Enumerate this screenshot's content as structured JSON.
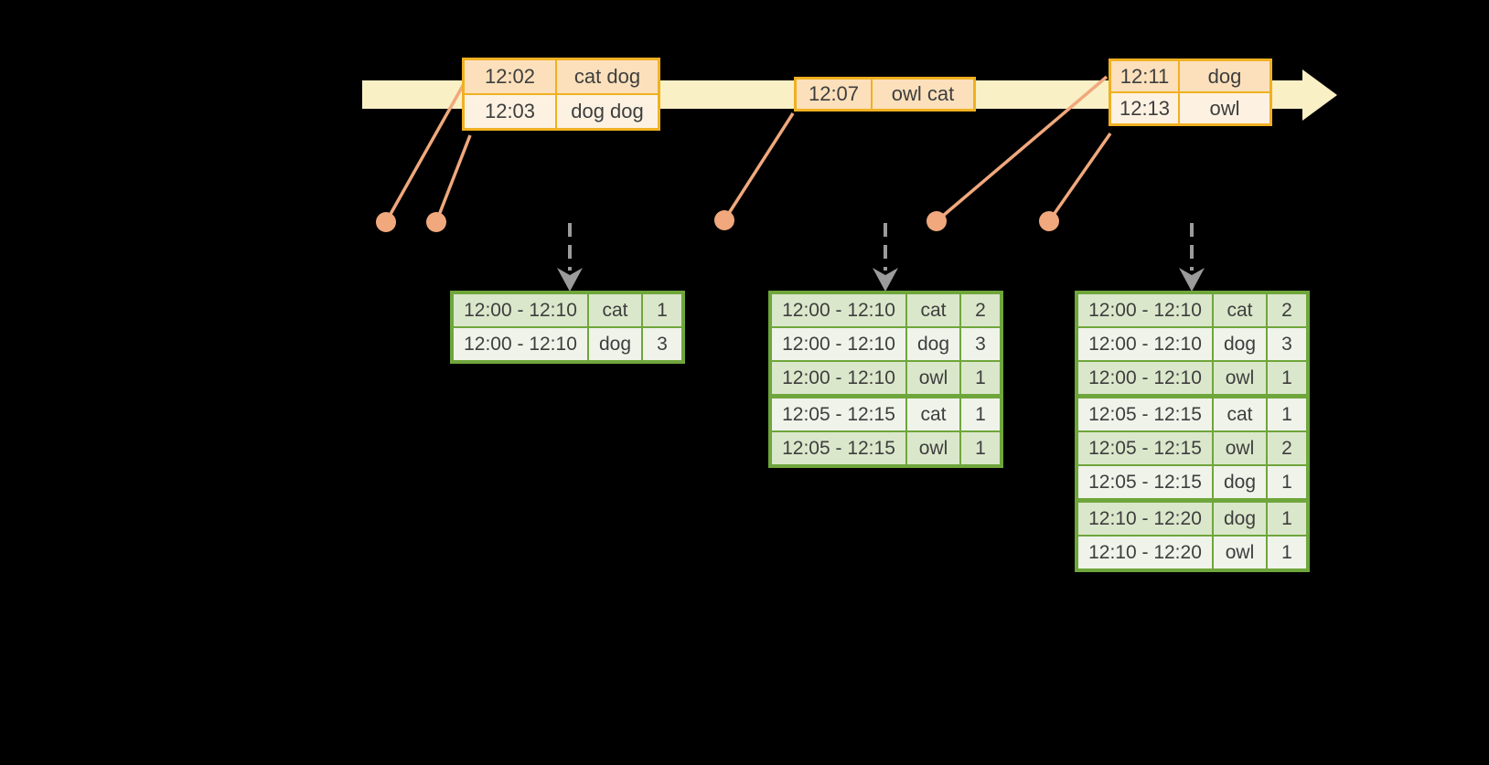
{
  "palette": {
    "background": "#000000",
    "timeline_fill": "#faf0c6",
    "event_table_border": "#f0b021",
    "event_row_dark": "#fbe0bb",
    "event_row_light": "#fdf2e2",
    "connector_salmon": "#f0a87c",
    "trigger_arrow_gray": "#9b9b9b",
    "result_table_border": "#6fa63c",
    "result_row_dark": "#dbe7cb",
    "result_row_light": "#eff3ea",
    "text": "#3e3e3e"
  },
  "timeline": {
    "direction": "left-to-right"
  },
  "event_tables": [
    {
      "rows": [
        {
          "time": "12:02",
          "words": "cat dog"
        },
        {
          "time": "12:03",
          "words": "dog dog"
        }
      ]
    },
    {
      "rows": [
        {
          "time": "12:07",
          "words": "owl cat"
        }
      ]
    },
    {
      "rows": [
        {
          "time": "12:11",
          "words": "dog"
        },
        {
          "time": "12:13",
          "words": "owl"
        }
      ]
    }
  ],
  "result_tables": [
    {
      "rows": [
        {
          "window": "12:00 - 12:10",
          "word": "cat",
          "count": "1"
        },
        {
          "window": "12:00 - 12:10",
          "word": "dog",
          "count": "3"
        }
      ]
    },
    {
      "rows": [
        {
          "window": "12:00 - 12:10",
          "word": "cat",
          "count": "2"
        },
        {
          "window": "12:00 - 12:10",
          "word": "dog",
          "count": "3"
        },
        {
          "window": "12:00 - 12:10",
          "word": "owl",
          "count": "1"
        },
        {
          "window": "12:05 - 12:15",
          "word": "cat",
          "count": "1"
        },
        {
          "window": "12:05 - 12:15",
          "word": "owl",
          "count": "1"
        }
      ]
    },
    {
      "rows": [
        {
          "window": "12:00 - 12:10",
          "word": "cat",
          "count": "2"
        },
        {
          "window": "12:00 - 12:10",
          "word": "dog",
          "count": "3"
        },
        {
          "window": "12:00 - 12:10",
          "word": "owl",
          "count": "1"
        },
        {
          "window": "12:05 - 12:15",
          "word": "cat",
          "count": "1"
        },
        {
          "window": "12:05 - 12:15",
          "word": "owl",
          "count": "2"
        },
        {
          "window": "12:05 - 12:15",
          "word": "dog",
          "count": "1"
        },
        {
          "window": "12:10 - 12:20",
          "word": "dog",
          "count": "1"
        },
        {
          "window": "12:10 - 12:20",
          "word": "owl",
          "count": "1"
        }
      ]
    }
  ]
}
